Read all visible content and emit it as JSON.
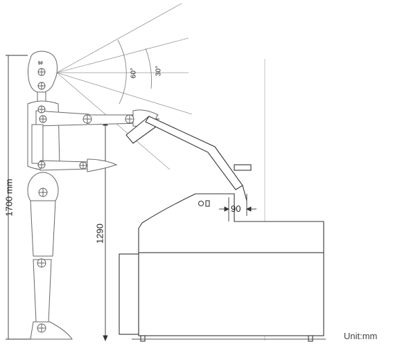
{
  "labels": {
    "height_total": "1700 mm",
    "eye_height": "1290",
    "offset": "90",
    "angle_outer": "60°",
    "angle_inner": "30°",
    "head_mark": "50",
    "unit": "Unit:mm"
  },
  "colors": {
    "line": "#555555",
    "thin": "#888888",
    "text": "#222222"
  }
}
